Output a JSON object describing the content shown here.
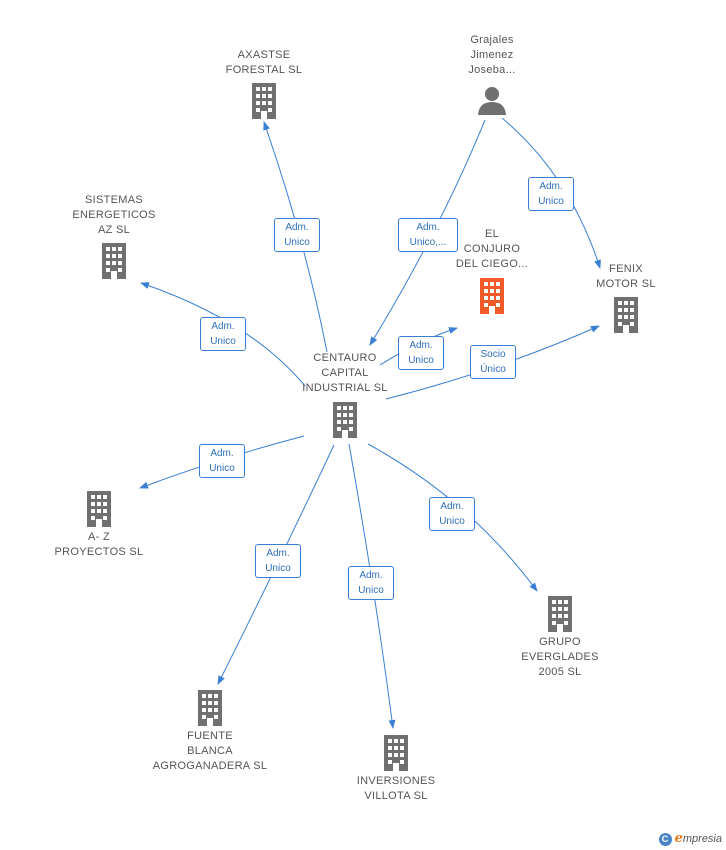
{
  "colors": {
    "building": "#707070",
    "focus": "#f05a28",
    "person": "#707070",
    "edge": "#3a7fd4"
  },
  "nodes": {
    "axastse": {
      "lines": [
        "AXASTSE",
        "FORESTAL SL"
      ],
      "icon": "building"
    },
    "grajales": {
      "lines": [
        "Grajales",
        "Jimenez",
        "Joseba..."
      ],
      "icon": "person"
    },
    "sistemas": {
      "lines": [
        "SISTEMAS",
        "ENERGETICOS",
        "AZ SL"
      ],
      "icon": "building"
    },
    "conjuro": {
      "lines": [
        "EL",
        "CONJURO",
        "DEL CIEGO..."
      ],
      "icon": "building-focus"
    },
    "fenix": {
      "lines": [
        "FENIX",
        "MOTOR SL"
      ],
      "icon": "building"
    },
    "centauro": {
      "lines": [
        "CENTAURO",
        "CAPITAL",
        "INDUSTRIAL  SL"
      ],
      "icon": "building"
    },
    "az": {
      "lines": [
        "A- Z",
        "PROYECTOS SL"
      ],
      "icon": "building"
    },
    "everglades": {
      "lines": [
        "GRUPO",
        "EVERGLADES",
        "2005 SL"
      ],
      "icon": "building"
    },
    "fuente": {
      "lines": [
        "FUENTE",
        "BLANCA",
        "AGROGANADERA SL"
      ],
      "icon": "building"
    },
    "villota": {
      "lines": [
        "INVERSIONES",
        "VILLOTA SL"
      ],
      "icon": "building"
    }
  },
  "edges": {
    "axastse": [
      "Adm.",
      "Unico"
    ],
    "sistemas": [
      "Adm.",
      "Unico"
    ],
    "grajales_centauro": [
      "Adm.",
      "Unico,..."
    ],
    "grajales_fenix": [
      "Adm.",
      "Unico"
    ],
    "conjuro": [
      "Adm.",
      "Unico"
    ],
    "fenix": [
      "Socio",
      "Único"
    ],
    "az": [
      "Adm.",
      "Unico"
    ],
    "fuente": [
      "Adm.",
      "Unico"
    ],
    "villota": [
      "Adm.",
      "Unico"
    ],
    "everglades": [
      "Adm.",
      "Unico"
    ]
  },
  "brand": {
    "c": "C",
    "e": "e",
    "rest": "mpresia"
  }
}
